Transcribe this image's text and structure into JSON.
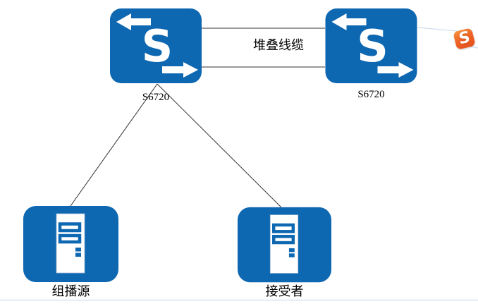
{
  "colors": {
    "icon_blue": "#0d67b1",
    "connector_line": "#333333",
    "page_divider": "#dde4eb",
    "watermark_orange": "#e64f1c"
  },
  "nodes": {
    "switch_left": {
      "label": "S6720",
      "icon": "stack-switch-icon"
    },
    "switch_right": {
      "label": "S6720",
      "icon": "stack-switch-icon"
    },
    "multicast_source": {
      "label": "组播源",
      "icon": "tower-pc-icon"
    },
    "receiver": {
      "label": "接受者",
      "icon": "tower-pc-icon"
    }
  },
  "links": {
    "stack_cable_label": "堆叠线缆"
  },
  "icons": {
    "switch_letter": "S",
    "watermark_letter": "S"
  }
}
